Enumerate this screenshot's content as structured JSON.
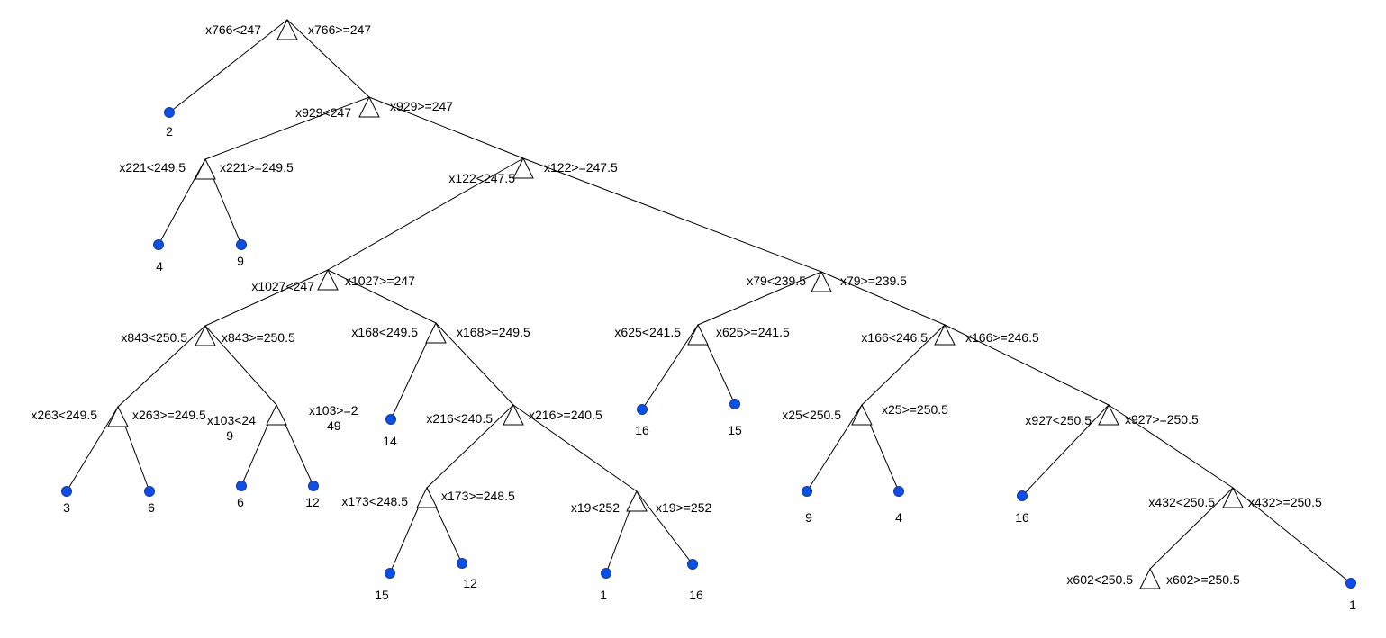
{
  "colors": {
    "leaf": "#0a4fe6",
    "edge": "#000000",
    "background": "#ffffff"
  },
  "tree": {
    "splits": [
      {
        "id": "n0",
        "left": "x766<247",
        "right": "x766>=247"
      },
      {
        "id": "n1",
        "left": "x929<247",
        "right": "x929>=247"
      },
      {
        "id": "n2",
        "left": "x221<249.5",
        "right": "x221>=249.5"
      },
      {
        "id": "n3",
        "left": "x122<247.5",
        "right": "x122>=247.5"
      },
      {
        "id": "n4",
        "left": "x1027<247",
        "right": "x1027>=247"
      },
      {
        "id": "n5",
        "left": "x79<239.5",
        "right": "x79>=239.5"
      },
      {
        "id": "n6",
        "left": "x843<250.5",
        "right": "x843>=250.5"
      },
      {
        "id": "n7",
        "left": "x168<249.5",
        "right": "x168>=249.5"
      },
      {
        "id": "n8",
        "left": "x625<241.5",
        "right": "x625>=241.5"
      },
      {
        "id": "n9",
        "left": "x166<246.5",
        "right": "x166>=246.5"
      },
      {
        "id": "n10",
        "left": "x263<249.5",
        "right": "x263>=249.5"
      },
      {
        "id": "n11",
        "left": "x103<24\n9",
        "right": "x103>=2\n49"
      },
      {
        "id": "n12",
        "left": "x216<240.5",
        "right": "x216>=240.5"
      },
      {
        "id": "n13",
        "left": "x25<250.5",
        "right": "x25>=250.5"
      },
      {
        "id": "n14",
        "left": "x927<250.5",
        "right": "x927>=250.5"
      },
      {
        "id": "n15",
        "left": "x173<248.5",
        "right": "x173>=248.5"
      },
      {
        "id": "n16",
        "left": "x19<252",
        "right": "x19>=252"
      },
      {
        "id": "n17",
        "left": "x432<250.5",
        "right": "x432>=250.5"
      },
      {
        "id": "n18",
        "left": "x602<250.5",
        "right": "x602>=250.5"
      }
    ],
    "leaves": [
      {
        "id": "l0",
        "value": "2"
      },
      {
        "id": "l1",
        "value": "4"
      },
      {
        "id": "l2",
        "value": "9"
      },
      {
        "id": "l3",
        "value": "3"
      },
      {
        "id": "l4",
        "value": "6"
      },
      {
        "id": "l5",
        "value": "6"
      },
      {
        "id": "l6",
        "value": "12"
      },
      {
        "id": "l7",
        "value": "14"
      },
      {
        "id": "l8",
        "value": "15"
      },
      {
        "id": "l9",
        "value": "12"
      },
      {
        "id": "l10",
        "value": "1"
      },
      {
        "id": "l11",
        "value": "16"
      },
      {
        "id": "l12",
        "value": "16"
      },
      {
        "id": "l13",
        "value": "15"
      },
      {
        "id": "l14",
        "value": "9"
      },
      {
        "id": "l15",
        "value": "4"
      },
      {
        "id": "l16",
        "value": "16"
      },
      {
        "id": "l17",
        "value": "1"
      }
    ],
    "edges": [
      [
        "n0",
        "l0"
      ],
      [
        "n0",
        "n1"
      ],
      [
        "n1",
        "n2"
      ],
      [
        "n1",
        "n3"
      ],
      [
        "n2",
        "l1"
      ],
      [
        "n2",
        "l2"
      ],
      [
        "n3",
        "n4"
      ],
      [
        "n3",
        "n5"
      ],
      [
        "n4",
        "n6"
      ],
      [
        "n4",
        "n7"
      ],
      [
        "n6",
        "n10"
      ],
      [
        "n6",
        "n11"
      ],
      [
        "n10",
        "l3"
      ],
      [
        "n10",
        "l4"
      ],
      [
        "n11",
        "l5"
      ],
      [
        "n11",
        "l6"
      ],
      [
        "n7",
        "l7"
      ],
      [
        "n7",
        "n12"
      ],
      [
        "n12",
        "n15"
      ],
      [
        "n12",
        "n16"
      ],
      [
        "n15",
        "l8"
      ],
      [
        "n15",
        "l9"
      ],
      [
        "n16",
        "l10"
      ],
      [
        "n16",
        "l11"
      ],
      [
        "n5",
        "n8"
      ],
      [
        "n5",
        "n9"
      ],
      [
        "n8",
        "l12"
      ],
      [
        "n8",
        "l13"
      ],
      [
        "n9",
        "n13"
      ],
      [
        "n9",
        "n14"
      ],
      [
        "n13",
        "l14"
      ],
      [
        "n13",
        "l15"
      ],
      [
        "n14",
        "l16"
      ],
      [
        "n14",
        "n17"
      ],
      [
        "n17",
        "n18"
      ],
      [
        "n17",
        "l17"
      ]
    ]
  }
}
